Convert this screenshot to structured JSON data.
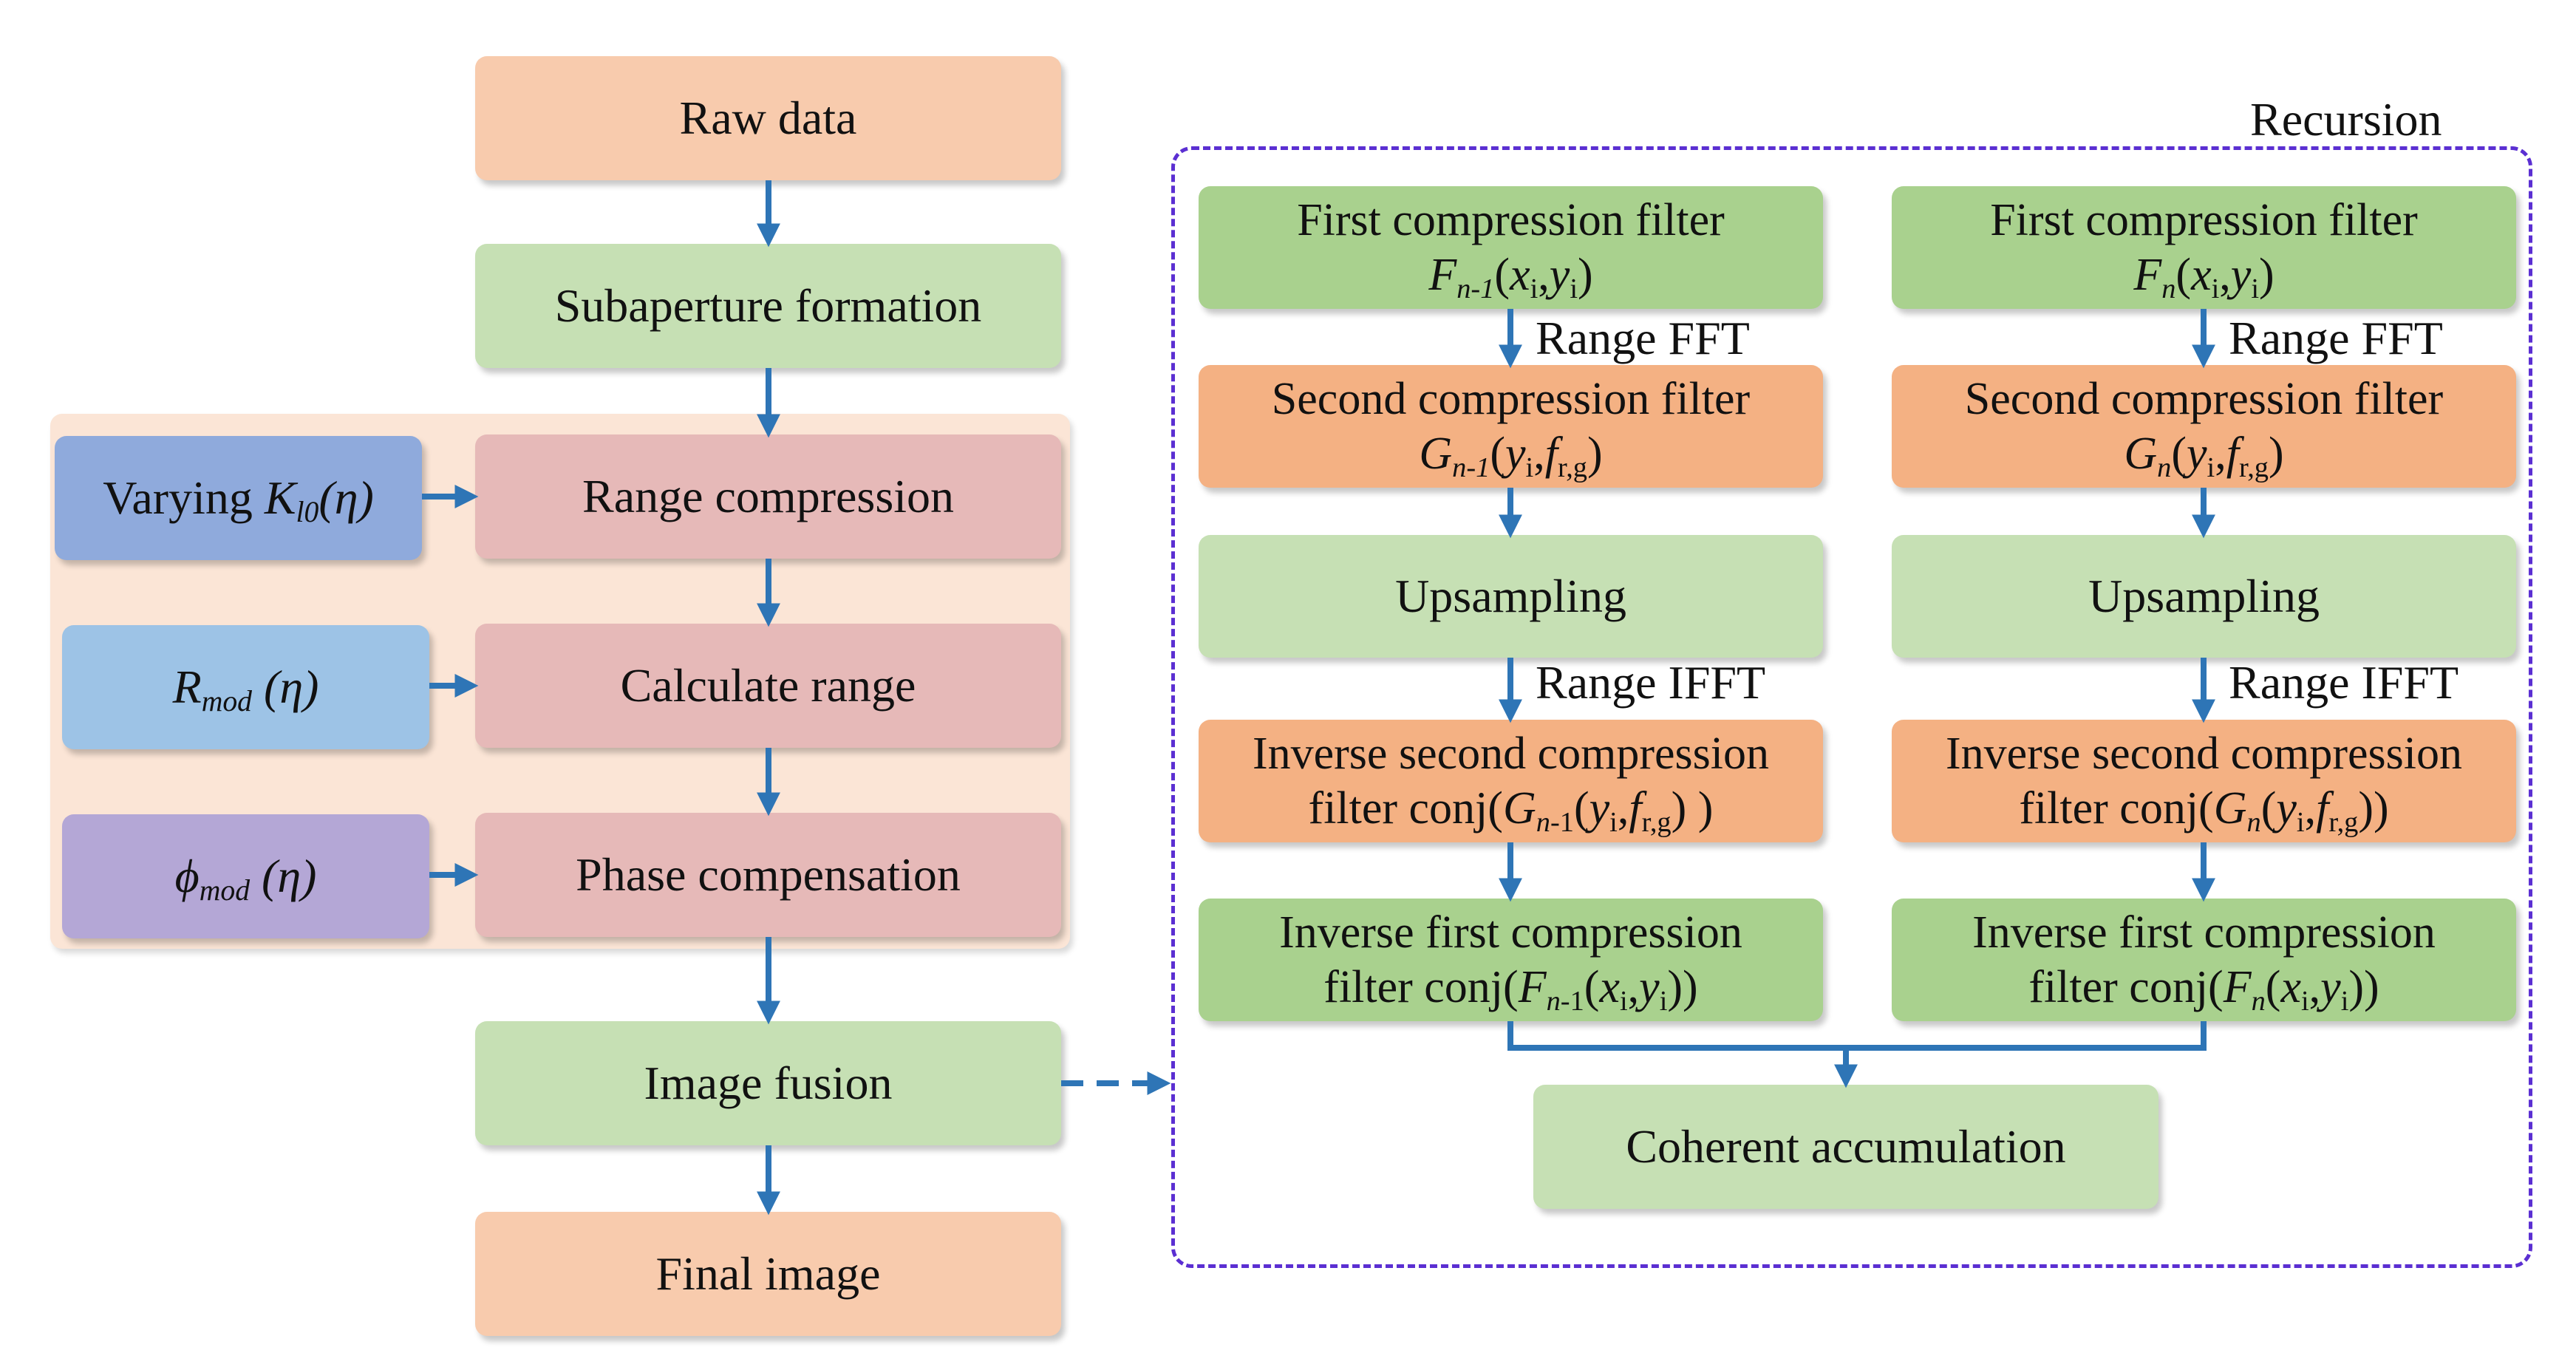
{
  "left_flow": {
    "raw_data": "Raw data",
    "subaperture": "Subaperture formation",
    "range_compression": "Range compression",
    "calculate_range": "Calculate range",
    "phase_compensation": "Phase compensation",
    "image_fusion": "Image fusion",
    "final_image": "Final image"
  },
  "inputs": {
    "varying_prefix": "Varying ",
    "k_symbol": "K",
    "k_sub": "l0",
    "eta_arg": "(η)",
    "r_symbol": "R",
    "r_sub": "mod",
    "phi_symbol": "ϕ",
    "phi_sub": "mod"
  },
  "recursion": {
    "title": "Recursion",
    "columns": [
      {
        "first_filter": "First compression filter",
        "first_filter_expr": {
          "f": "F",
          "sub": "n-1"
        },
        "range_fft": "Range FFT",
        "second_filter": "Second compression filter",
        "second_filter_expr": {
          "g": "G",
          "sub": "n-1"
        },
        "upsampling": "Upsampling",
        "range_ifft": "Range IFFT",
        "inv_second_line1": "Inverse second compression",
        "inv_second_prefix": "filter conj(",
        "inv_first_line1": "Inverse first compression",
        "inv_first_prefix": "filter conj("
      },
      {
        "first_filter": "First compression filter",
        "first_filter_expr": {
          "f": "F",
          "sub": "n"
        },
        "range_fft": "Range FFT",
        "second_filter": "Second compression filter",
        "second_filter_expr": {
          "g": "G",
          "sub": "n"
        },
        "upsampling": "Upsampling",
        "range_ifft": "Range IFFT",
        "inv_second_line1": "Inverse second compression",
        "inv_second_prefix": "filter conj(",
        "inv_first_line1": "Inverse first compression",
        "inv_first_prefix": "filter conj("
      }
    ],
    "coherent_accumulation": "Coherent accumulation"
  },
  "colors": {
    "arrow": "#2e75b6",
    "recursion_border": "#5b2fd2"
  }
}
